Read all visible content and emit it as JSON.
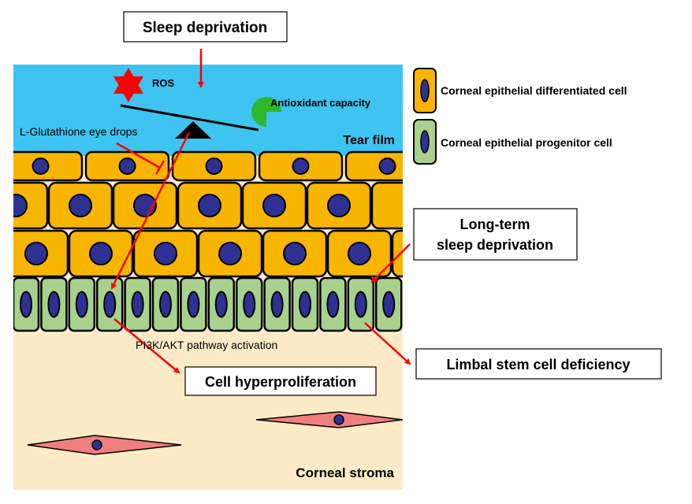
{
  "labels": {
    "sleep_deprivation": "Sleep deprivation",
    "ros": "ROS",
    "antioxidant_capacity": "Antioxidant capacity",
    "glutathione": "L-Glutathione eye drops",
    "tear_film": "Tear film",
    "long_term_line1": "Long-term",
    "long_term_line2": "sleep deprivation",
    "pi3k": "PI3K/AKT pathway activation",
    "cell_hyperproliferation": "Cell hyperproliferation",
    "limbal": "Limbal stem cell deficiency",
    "corneal_stroma": "Corneal stroma"
  },
  "legend": {
    "differentiated": "Corneal epithelial differentiated cell",
    "progenitor": "Corneal epithelial progenitor cell"
  },
  "colors": {
    "tear_film": "#3fc3f0",
    "stroma": "#fdebc8",
    "differentiated_cell": "#f7b500",
    "progenitor_cell": "#a9d18e",
    "nucleus": "#2e3192",
    "fibroblast": "#f08080",
    "ros_star": "#ff0000",
    "antioxidant": "#2db82d",
    "arrow": "#ff0000"
  }
}
